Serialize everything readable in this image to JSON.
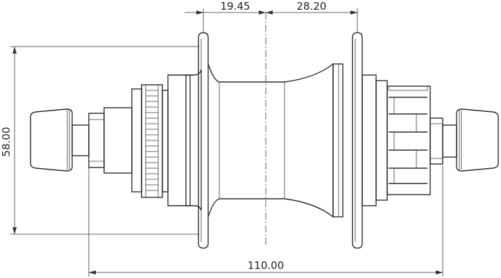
{
  "dimensions": {
    "flange_left": "19.45",
    "flange_right": "28.20",
    "flange_diameter": "58.00",
    "overall_width": "110.00"
  }
}
